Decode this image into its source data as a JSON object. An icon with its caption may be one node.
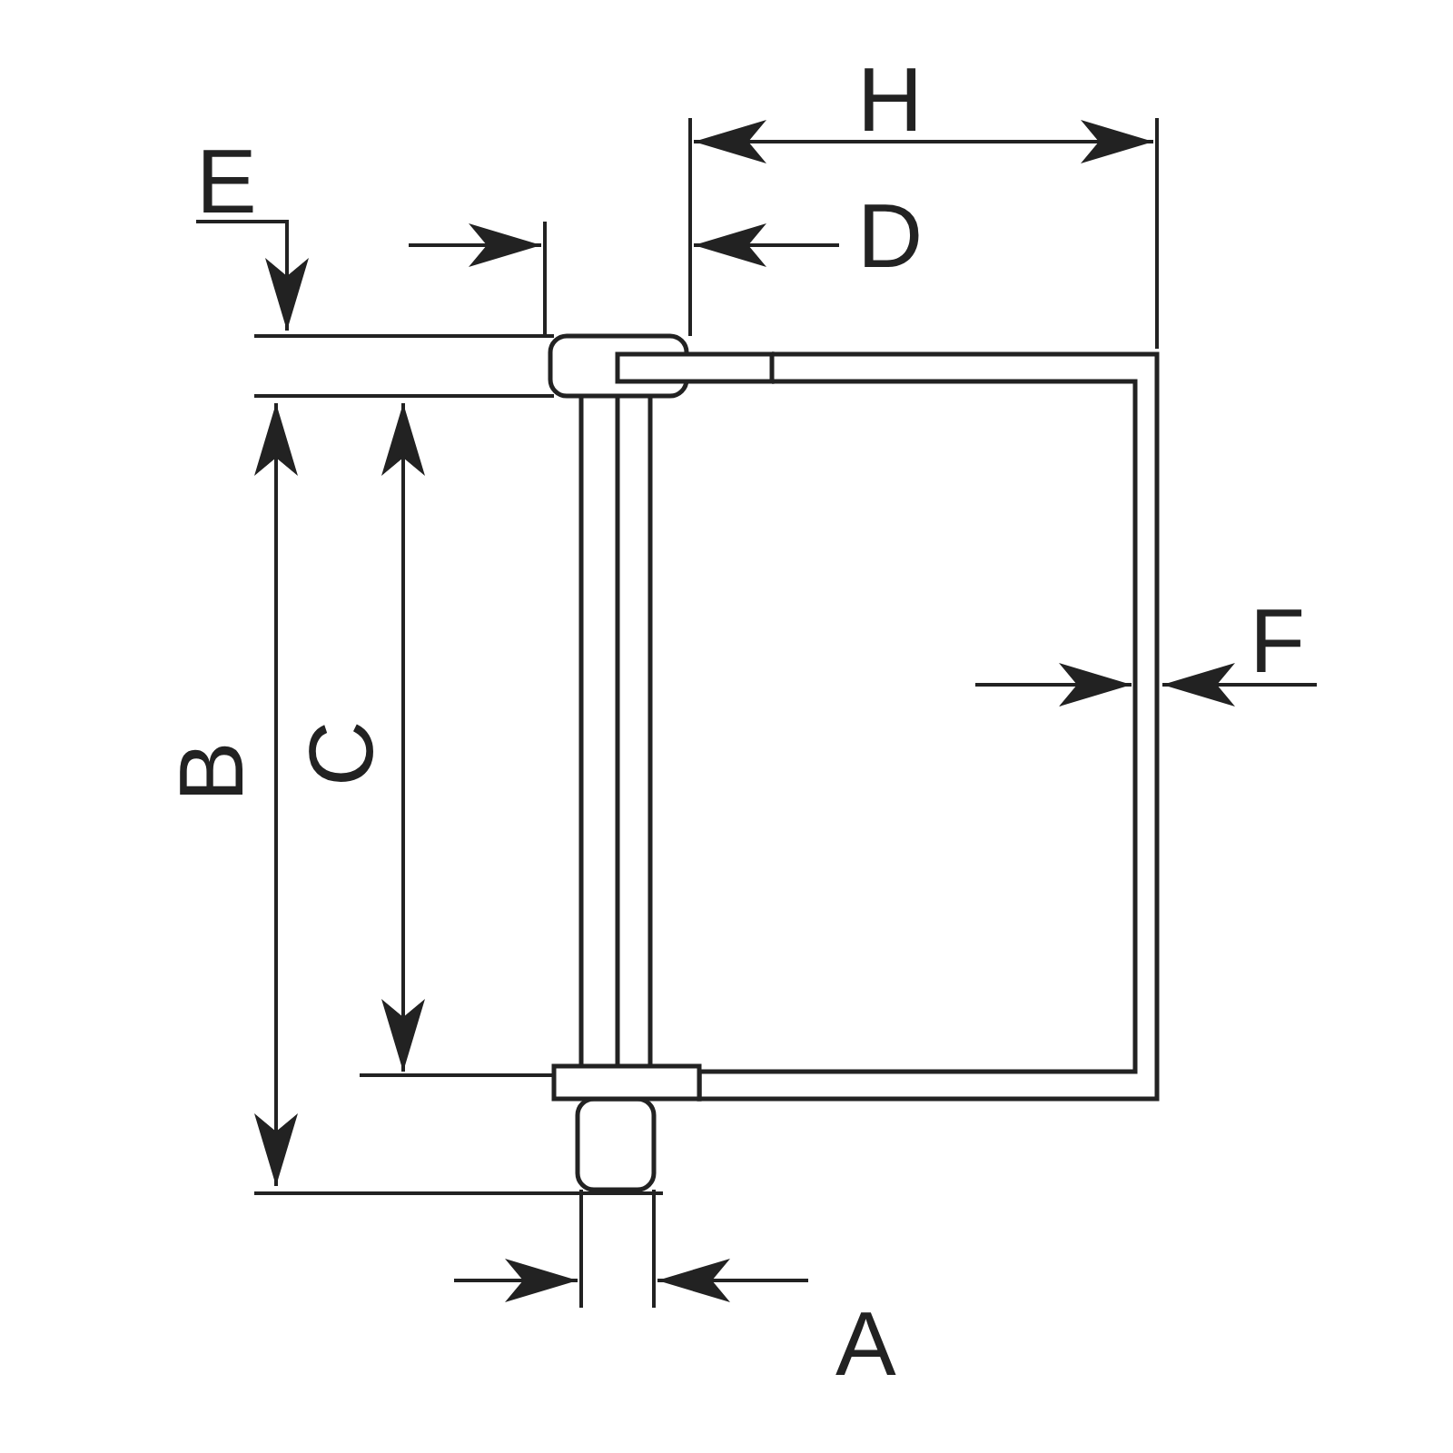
{
  "diagram": {
    "labels": [
      "H",
      "E",
      "D",
      "F",
      "B",
      "C",
      "A"
    ]
  }
}
